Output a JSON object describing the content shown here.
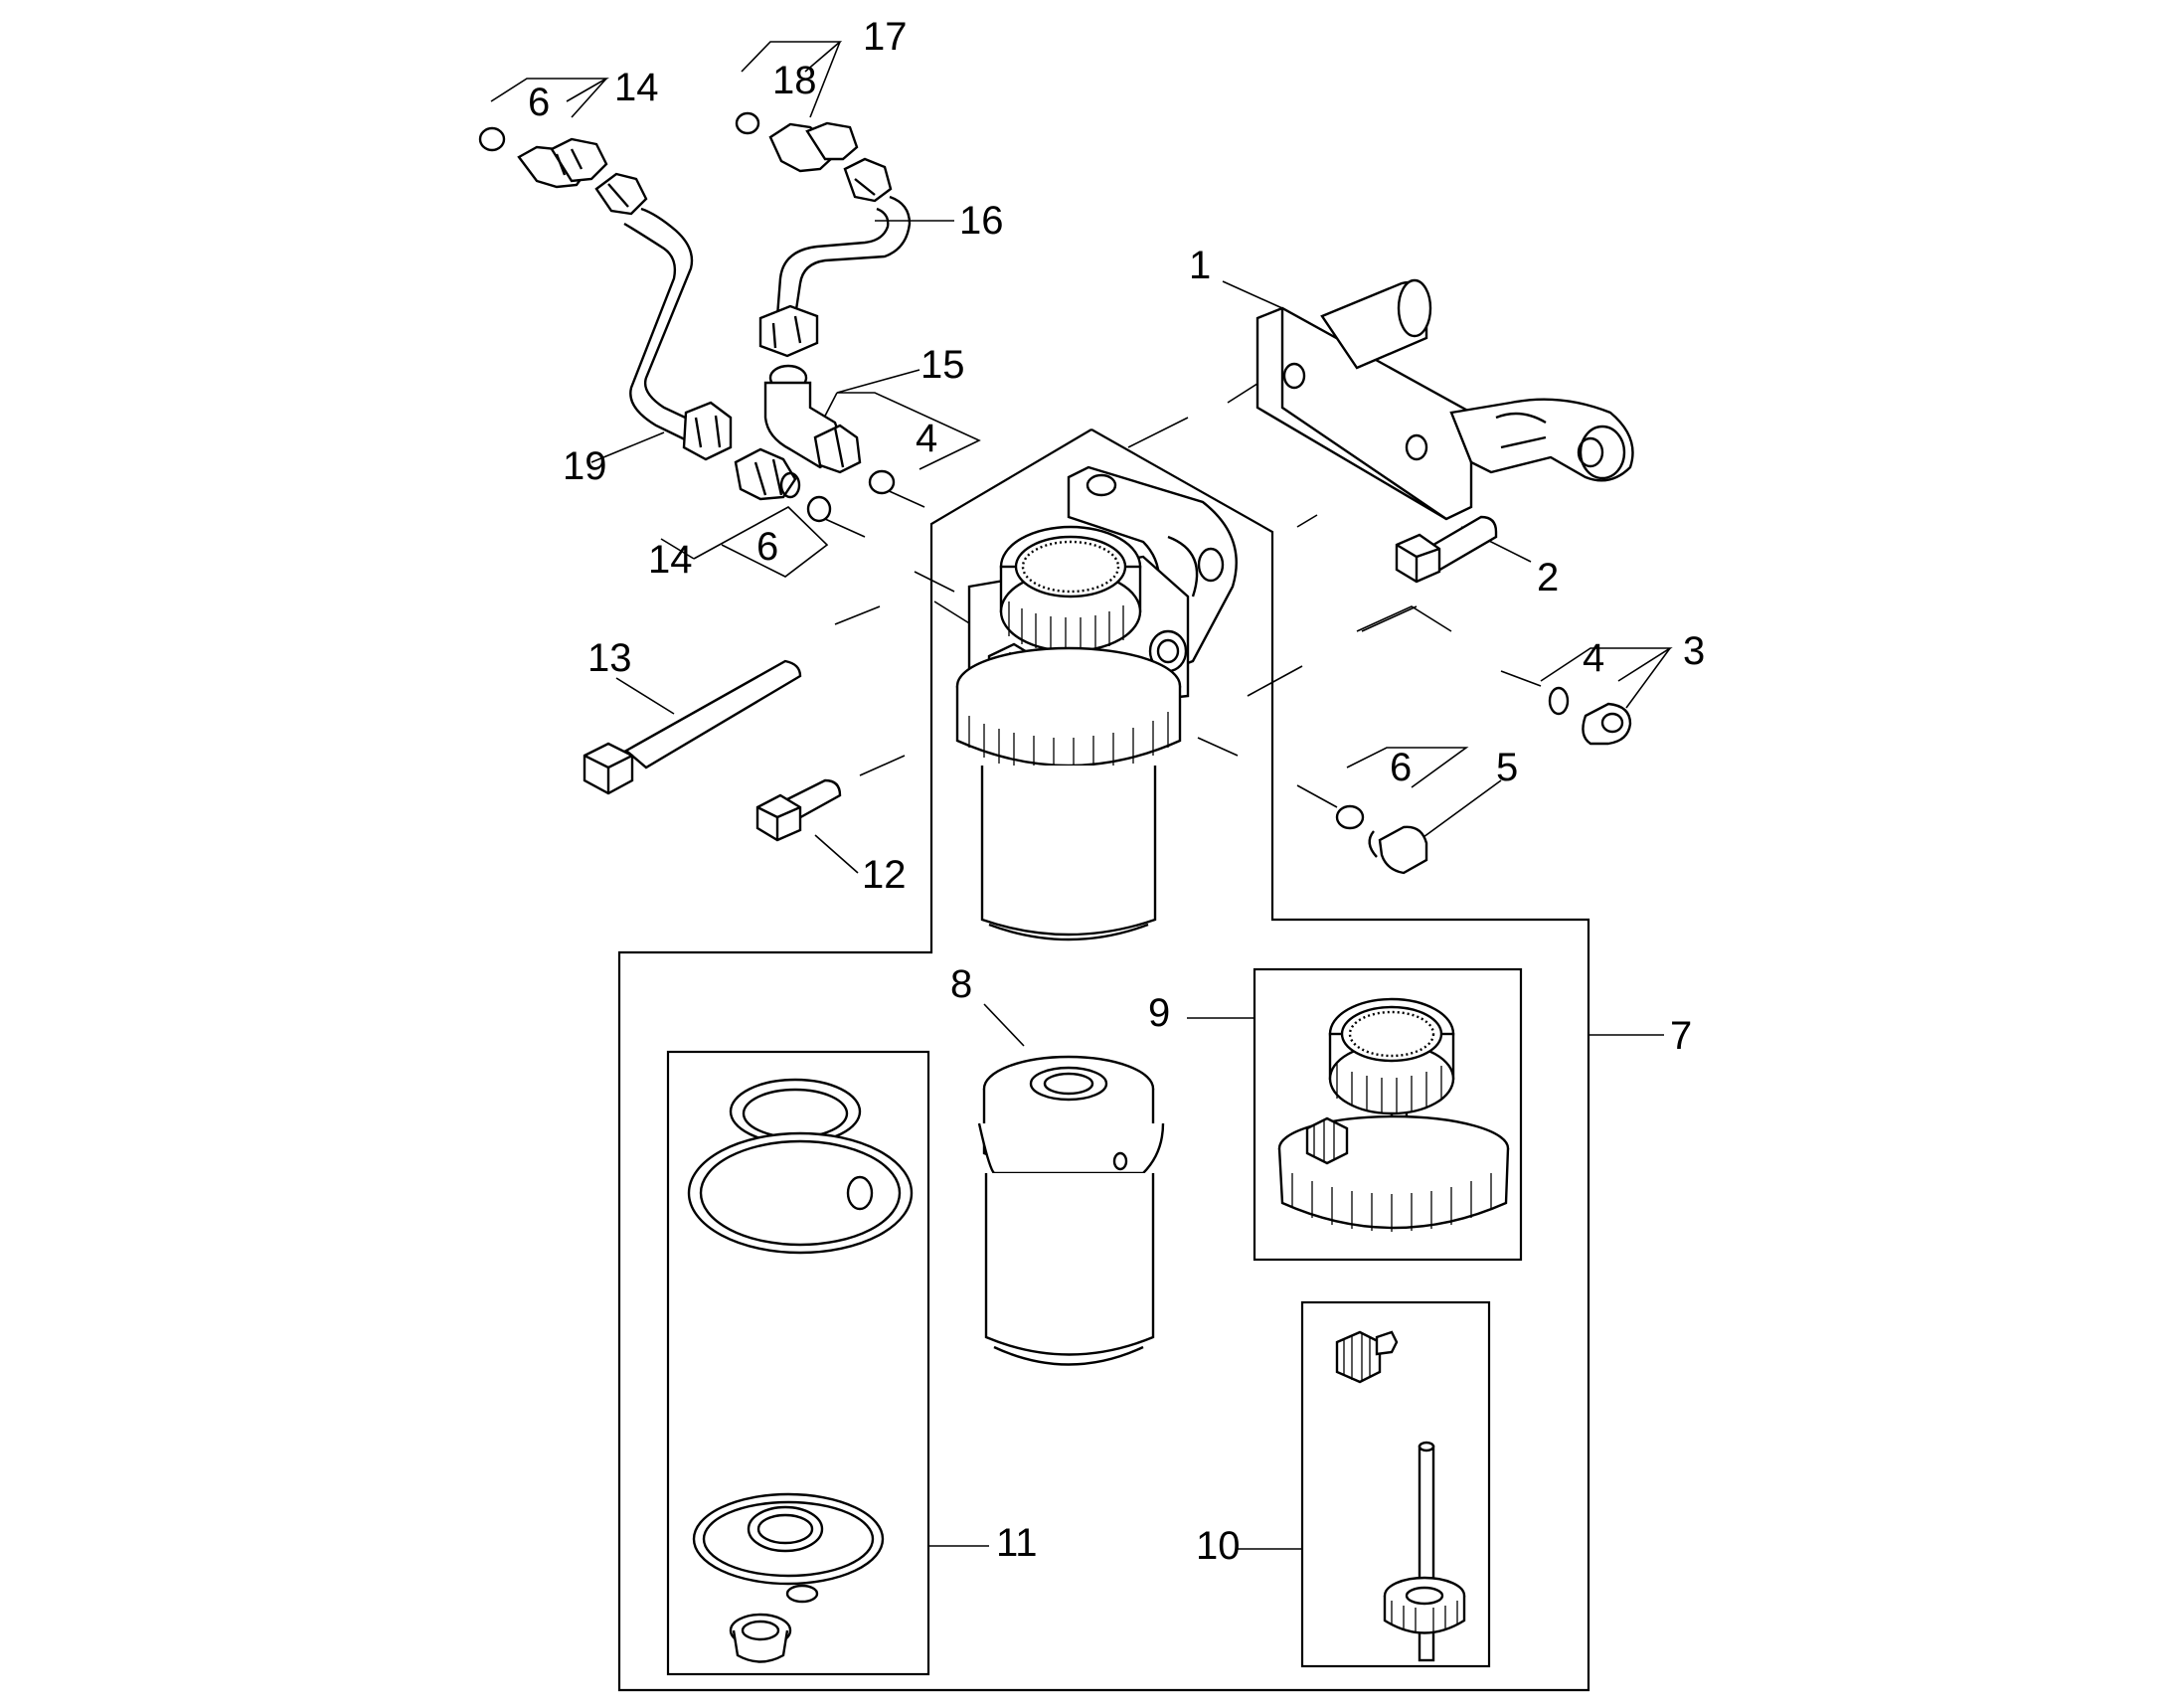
{
  "callouts": [
    {
      "id": "c1",
      "text": "1"
    },
    {
      "id": "c2",
      "text": "2"
    },
    {
      "id": "c3",
      "text": "3"
    },
    {
      "id": "c4a",
      "text": "4"
    },
    {
      "id": "c4b",
      "text": "4"
    },
    {
      "id": "c5",
      "text": "5"
    },
    {
      "id": "c6a",
      "text": "6"
    },
    {
      "id": "c6b",
      "text": "6"
    },
    {
      "id": "c6c",
      "text": "6"
    },
    {
      "id": "c7",
      "text": "7"
    },
    {
      "id": "c8",
      "text": "8"
    },
    {
      "id": "c9",
      "text": "9"
    },
    {
      "id": "c10",
      "text": "10"
    },
    {
      "id": "c11",
      "text": "11"
    },
    {
      "id": "c12",
      "text": "12"
    },
    {
      "id": "c13",
      "text": "13"
    },
    {
      "id": "c14a",
      "text": "14"
    },
    {
      "id": "c14b",
      "text": "14"
    },
    {
      "id": "c15",
      "text": "15"
    },
    {
      "id": "c16",
      "text": "16"
    },
    {
      "id": "c17",
      "text": "17"
    },
    {
      "id": "c18",
      "text": "18"
    },
    {
      "id": "c19",
      "text": "19"
    }
  ]
}
